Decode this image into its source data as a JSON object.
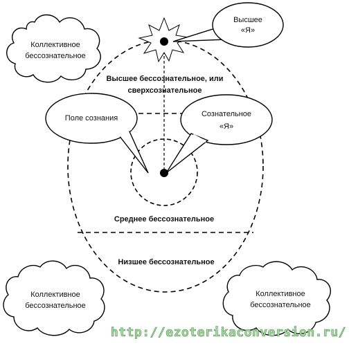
{
  "clouds": {
    "top_left": [
      "Коллективное",
      "бессознательное"
    ],
    "bottom_left": [
      "Коллективное",
      "бессознательное"
    ],
    "bottom_right": [
      "Коллективное",
      "бессознательное"
    ]
  },
  "callouts": {
    "higher_self": [
      "Высшее",
      "«Я»"
    ],
    "field_of_consciousness": [
      "Поле сознания"
    ],
    "conscious_self": [
      "Сознательное",
      "«Я»"
    ]
  },
  "regions": {
    "higher_unconscious": [
      "Высшее бессознательное, или",
      "сверхсознательное"
    ],
    "middle_unconscious": "Среднее бессознательное",
    "lower_unconscious": "Низшее бессознательное"
  },
  "watermark": "http://ezoterikaconversion.ru/",
  "colors": {
    "line": "#000000",
    "watermark_fill": "#a9d9a4",
    "watermark_stroke": "#4f8f4f"
  }
}
